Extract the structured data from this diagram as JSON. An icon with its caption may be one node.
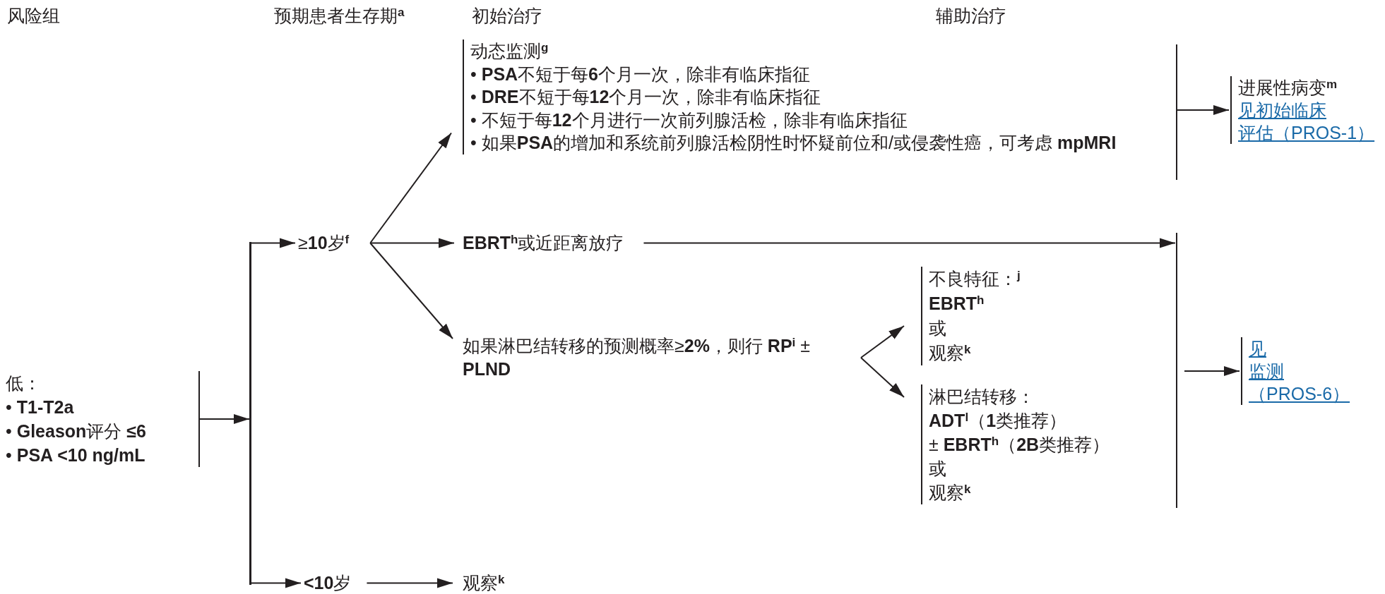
{
  "diagram": {
    "nodes": [
      {
        "text": [
          "低：",
          "• **T1-T2a**",
          "• **Gleason**评分 **≤6**",
          "• **PSA <10 ng/mL**"
        ]
      },
      {
        "text": [],
        "shape": "bar"
      },
      {
        "text": [
          "≥**10**岁$^{f}$"
        ]
      },
      {
        "text": [
          "**<10**岁"
        ]
      },
      {
        "text": [
          "动态监测$^{g}$",
          "• **PSA**不短于每**6**个月一次，除非有临床指征",
          "• **DRE**不短于每**12**个月一次，除非有临床指征",
          "• 不短于每**12**个月进行一次前列腺活检，除非有临床指征",
          "• 如果**PSA**的增加和系统前列腺活检阴性时怀疑前位和/或侵袭性癌，可考虑 **mpMRI**"
        ]
      },
      {
        "text": [
          "**EBRT**$^{h}$或近距离放疗"
        ]
      },
      {
        "text": [
          "如果淋巴结转移的预测概率≥**2%**，则行 **RP**$^{i}$ ± **PLND**"
        ]
      },
      {
        "text": [
          "观察$^{k}$"
        ]
      },
      {
        "text": [
          "不良特征：$^{j}$",
          "**EBRT**$^{h}$",
          "或",
          "观察$^{k}$"
        ]
      },
      {
        "text": [
          "淋巴结转移：",
          "**ADT**$^{l}$（**1**类推荐）",
          "± **EBRT**$^{h}$（**2B**类推荐）",
          "或",
          "观察$^{k}$"
        ]
      },
      {
        "text": [],
        "shape": "bar"
      },
      {
        "text": [],
        "shape": "bar"
      },
      {
        "text": [
          "进展性病变$^{m}$",
          "见初始临床",
          "评估（PROS-1）"
        ]
      },
      {
        "text": [
          "见",
          "监测",
          "（PROS-6）"
        ]
      }
    ],
    "edges": [
      {
        "from": 0,
        "to": 1,
        "arrow": "to"
      },
      {
        "from": 1,
        "to": 2,
        "arrow": "to"
      },
      {
        "from": 1,
        "to": 3,
        "arrow": "to"
      },
      {
        "from": 2,
        "to": 4,
        "arrow": "to"
      },
      {
        "from": 2,
        "to": 5,
        "arrow": "to"
      },
      {
        "from": 2,
        "to": 6,
        "arrow": "to"
      },
      {
        "from": 3,
        "to": 7,
        "arrow": "to"
      },
      {
        "from": 6,
        "to": 8,
        "arrow": "to"
      },
      {
        "from": 6,
        "to": 9,
        "arrow": "to"
      },
      {
        "from": 5,
        "to": 11,
        "arrow": "to"
      },
      {
        "from": 10,
        "to": 12,
        "arrow": "to"
      },
      {
        "from": 11,
        "to": 13,
        "arrow": "to"
      }
    ],
    "labels": [
      "风险组",
      "预期患者生存期$^{a}$",
      "初始治疗",
      "辅助治疗"
    ]
  }
}
